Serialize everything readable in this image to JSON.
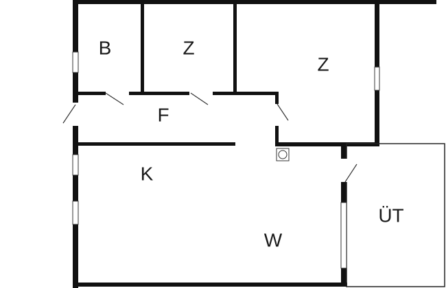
{
  "floorplan": {
    "rooms": [
      {
        "id": "bath",
        "label": "B"
      },
      {
        "id": "room-small",
        "label": "Z"
      },
      {
        "id": "room-large",
        "label": "Z"
      },
      {
        "id": "hall",
        "label": "F"
      },
      {
        "id": "kitchen",
        "label": "K"
      },
      {
        "id": "living",
        "label": "W"
      },
      {
        "id": "terrace",
        "label": "ÜT"
      }
    ],
    "colors": {
      "wall": "#111111",
      "background": "#ffffff"
    }
  }
}
